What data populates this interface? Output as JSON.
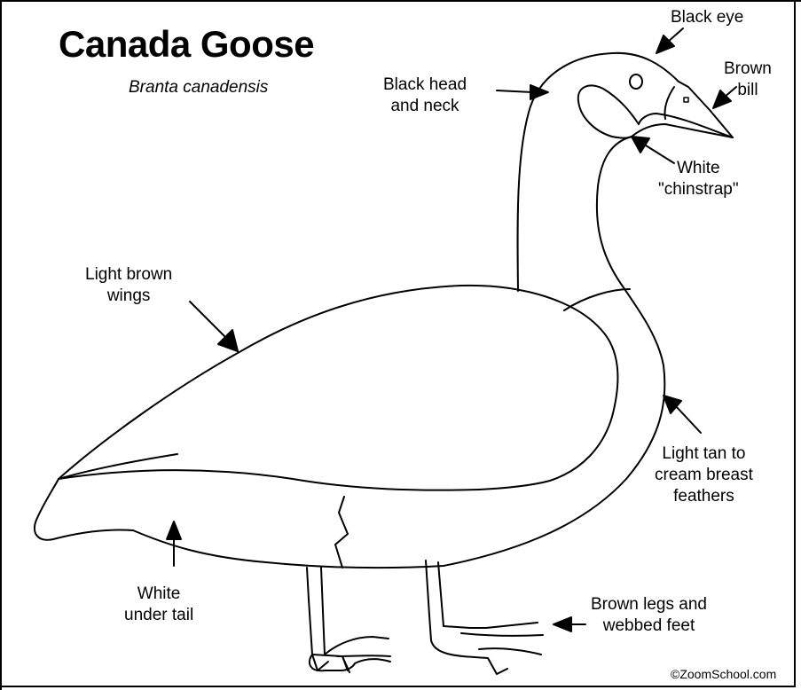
{
  "title": "Canada Goose",
  "subtitle": "Branta canadensis",
  "labels": {
    "black_eye": "Black eye",
    "brown_bill": [
      "Brown",
      "bill"
    ],
    "black_head_neck": [
      "Black head",
      "and neck"
    ],
    "white_chinstrap": [
      "White",
      "\"chinstrap\""
    ],
    "light_brown_wings": [
      "Light brown",
      "wings"
    ],
    "breast_feathers": [
      "Light tan to",
      "cream breast",
      "feathers"
    ],
    "white_under_tail": [
      "White",
      "under tail"
    ],
    "legs_feet": [
      "Brown legs and",
      "webbed feet"
    ]
  },
  "credit": "©ZoomSchool.com"
}
